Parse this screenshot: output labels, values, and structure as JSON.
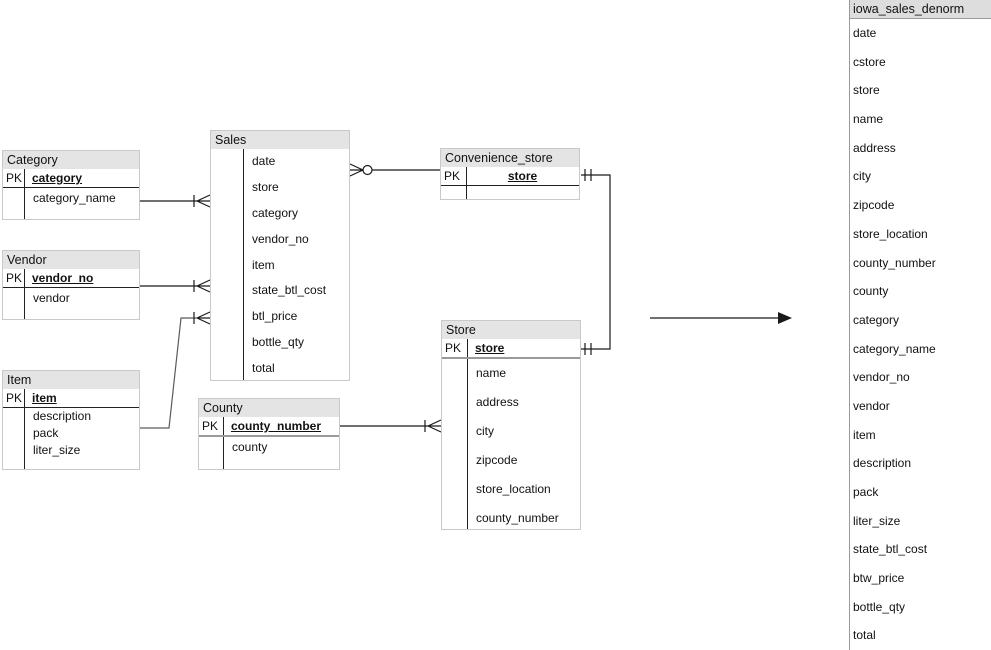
{
  "diagram": {
    "pk_label": "PK",
    "tables": {
      "category": {
        "title": "Category",
        "pk": "category",
        "fields": [
          "category_name"
        ]
      },
      "vendor": {
        "title": "Vendor",
        "pk": "vendor_no",
        "fields": [
          "vendor"
        ]
      },
      "item": {
        "title": "Item",
        "pk": "item",
        "fields": [
          "description",
          "pack",
          "liter_size"
        ]
      },
      "sales": {
        "title": "Sales",
        "fields": [
          "date",
          "store",
          "category",
          "vendor_no",
          "item",
          "state_btl_cost",
          "btl_price",
          "bottle_qty",
          "total"
        ]
      },
      "convenience_store": {
        "title": "Convenience_store",
        "pk": "store"
      },
      "county": {
        "title": "County",
        "pk": "county_number",
        "fields": [
          "county"
        ]
      },
      "store": {
        "title": "Store",
        "pk": "store",
        "fields": [
          "name",
          "address",
          "city",
          "zipcode",
          "store_location",
          "county_number"
        ]
      }
    },
    "denorm": {
      "title": "iowa_sales_denorm",
      "fields": [
        "date",
        "cstore",
        "store",
        "name",
        "address",
        "city",
        "zipcode",
        "store_location",
        "county_number",
        "county",
        "category",
        "category_name",
        "vendor_no",
        "vendor",
        "item",
        "description",
        "pack",
        "liter_size",
        "state_btl_cost",
        "btw_price",
        "bottle_qty",
        "total"
      ]
    }
  },
  "colors": {
    "header_bg": "#e4e4e4",
    "denorm_header_bg": "#dddddd",
    "border": "#c9c9c9",
    "line": "#1a1a1a"
  }
}
